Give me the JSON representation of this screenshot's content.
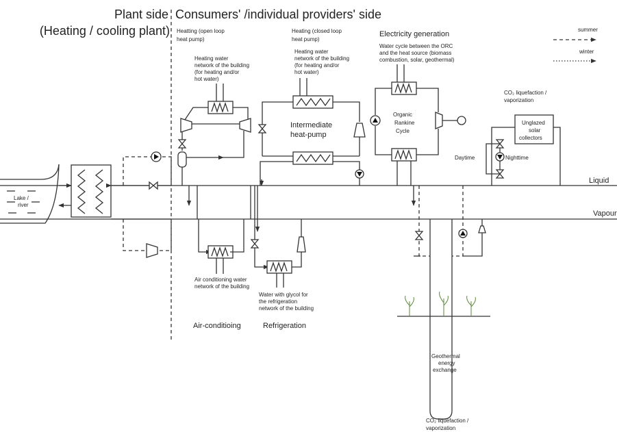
{
  "header": {
    "plant_side": "Plant side",
    "plant_sub": "(Heating / cooling plant)",
    "consumers": "Consumers' /individual providers' side"
  },
  "legend": {
    "summer": "summer",
    "winter": "winter"
  },
  "lines": {
    "liquid": "Liquid",
    "vapour": "Vapour"
  },
  "lake": {
    "line1": "Lake /",
    "line2": "river"
  },
  "sections": {
    "open_loop": [
      "Heatting (open loop",
      "heat pump)"
    ],
    "open_loop_note": [
      "Heating water",
      "network of the building",
      "(for heating and/or",
      "hot water)"
    ],
    "closed_loop": [
      "Heating (closed loop",
      "heat pump)"
    ],
    "closed_loop_note": [
      "Heating water",
      "network of the building",
      "(for heating and/or",
      "hot water)"
    ],
    "intermediate": [
      "Intermediate",
      "heat-pump"
    ],
    "electricity": "Electricity generation",
    "electricity_note": [
      "Water cycle  between the ORC",
      "and the heat source (biomass",
      "combustion, solar, geothermal)"
    ],
    "orc": [
      "Organic",
      "Rankine",
      "Cycle"
    ],
    "co2_top": [
      "CO₂ liquefaction /",
      "vaporization"
    ],
    "solar": [
      "Unglazed",
      "solar",
      "collectors"
    ],
    "daytime": "Daytime",
    "nighttime": "Nighttime",
    "ac_note": [
      "Air conditioning water",
      "network of the building"
    ],
    "ac": "Air-conditioing",
    "refr_note": [
      "Water with glycol for",
      "the refrigeration",
      "network of the building"
    ],
    "refr": "Refrigeration",
    "geo": [
      "Geothermal",
      "energy",
      "exchange"
    ],
    "co2_bottom": [
      "CO₂ liquefaction /",
      "vaporization"
    ]
  }
}
